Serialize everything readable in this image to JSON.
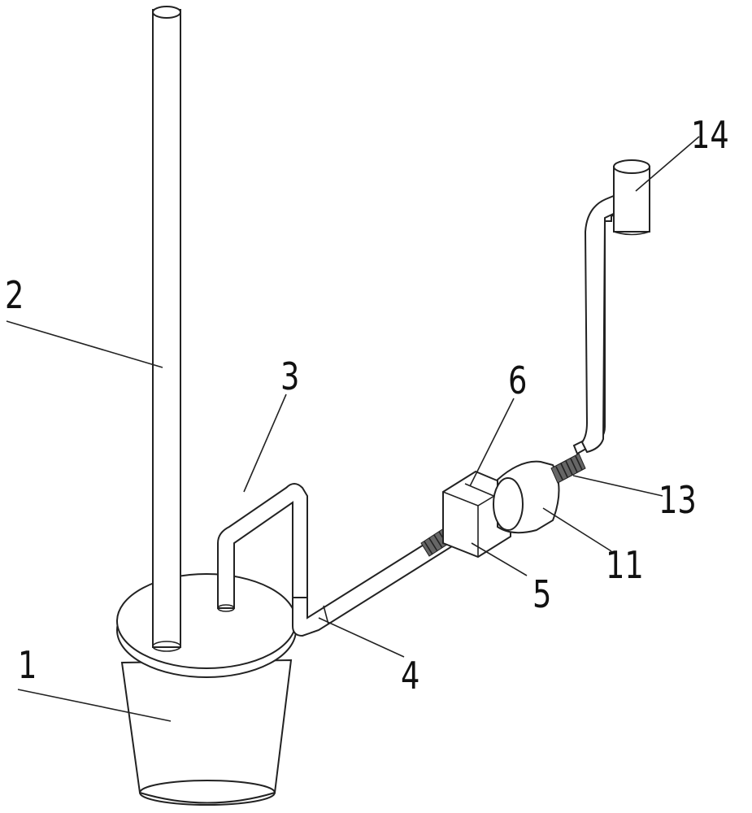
{
  "labels": {
    "bucket": "1",
    "vertical_pipe": "2",
    "u_pipe": "3",
    "connecting_pipe": "4",
    "threaded_joint": "5",
    "square_block": "6",
    "cylinder": "11",
    "spring_joint": "13",
    "outlet": "14"
  }
}
